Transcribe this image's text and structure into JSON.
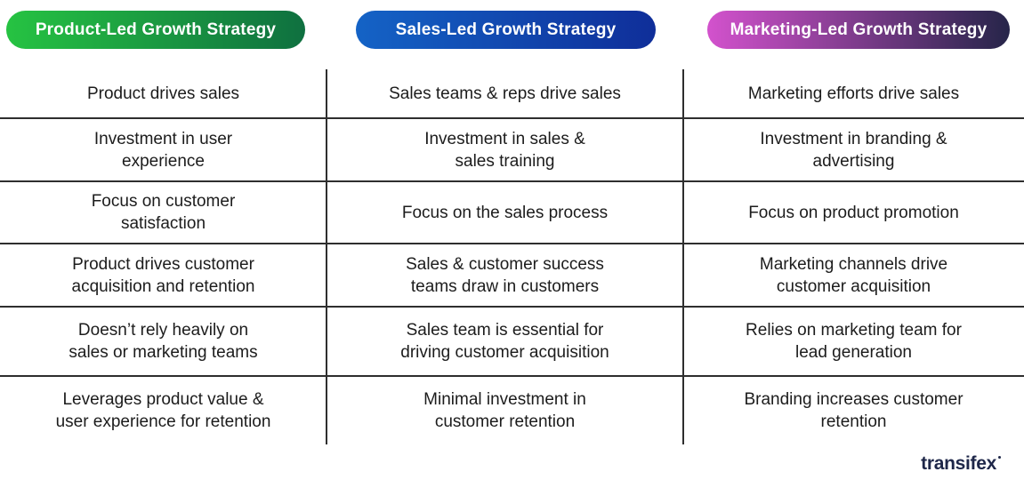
{
  "columns": [
    {
      "header": "Product-Led Growth Strategy",
      "rows": [
        "Product drives sales",
        "Investment in user\nexperience",
        "Focus on customer\nsatisfaction",
        "Product drives customer\nacquisition and retention",
        "Doesn’t rely heavily on\nsales or marketing teams",
        "Leverages product value &\nuser experience for retention"
      ]
    },
    {
      "header": "Sales-Led Growth Strategy",
      "rows": [
        "Sales teams & reps drive sales",
        "Investment in sales &\nsales training",
        "Focus on the sales process",
        "Sales & customer success\nteams draw in customers",
        "Sales team is essential for\ndriving customer acquisition",
        "Minimal investment in\ncustomer retention"
      ]
    },
    {
      "header": "Marketing-Led Growth Strategy",
      "rows": [
        "Marketing efforts drive sales",
        "Investment in branding &\nadvertising",
        "Focus on product promotion",
        "Marketing channels drive\ncustomer acquisition",
        "Relies on marketing team for\nlead generation",
        "Branding increases customer\nretention"
      ]
    }
  ],
  "logo": {
    "text": "transifex"
  },
  "colors": {
    "product_gradient_start": "#26C342",
    "product_gradient_end": "#0F7040",
    "sales_gradient_start": "#1463C6",
    "sales_gradient_end": "#0F2E99",
    "marketing_gradient_start": "#D352CD",
    "marketing_gradient_end": "#262549",
    "header_text": "#FFFFFF",
    "body_text": "#1C1C1C",
    "divider_line": "#2E2E2E",
    "logo_text": "#1E2749"
  }
}
